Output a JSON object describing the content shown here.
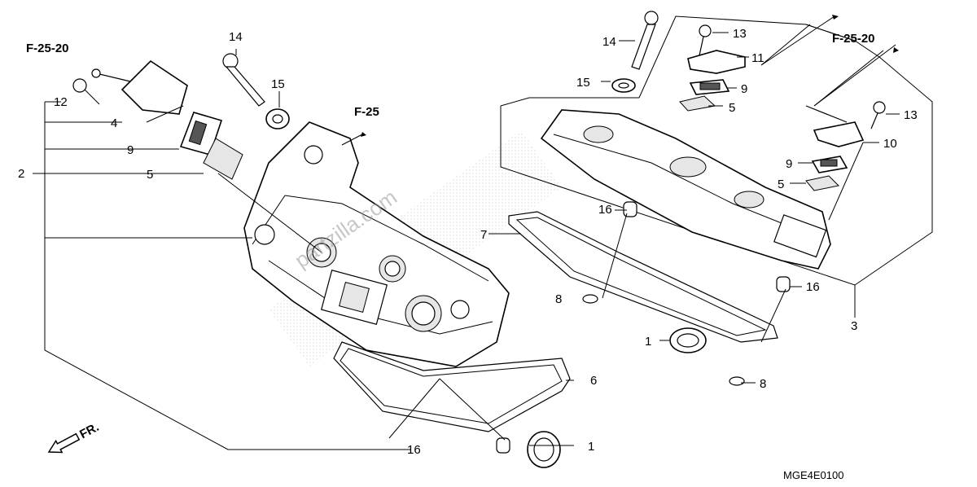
{
  "diagram": {
    "refs": {
      "left_top": "F-25-20",
      "center": "F-25",
      "right_top": "F-25-20"
    },
    "labels": {
      "c1_a": "1",
      "c1_b": "1",
      "c2": "2",
      "c3": "3",
      "c4": "4",
      "c5_left": "5",
      "c5_right_a": "5",
      "c5_right_b": "5",
      "c6": "6",
      "c7": "7",
      "c8_a": "8",
      "c8_b": "8",
      "c9_left": "9",
      "c9_right_a": "9",
      "c9_right_b": "9",
      "c10": "10",
      "c11": "11",
      "c12": "12",
      "c13_a": "13",
      "c13_b": "13",
      "c14_left": "14",
      "c14_right": "14",
      "c15_left": "15",
      "c15_right": "15",
      "c16_a": "16",
      "c16_b": "16",
      "c16_c": "16"
    },
    "front_marker": "FR.",
    "drawing_code": "MGE4E0100",
    "watermark": "partzilla.com"
  }
}
